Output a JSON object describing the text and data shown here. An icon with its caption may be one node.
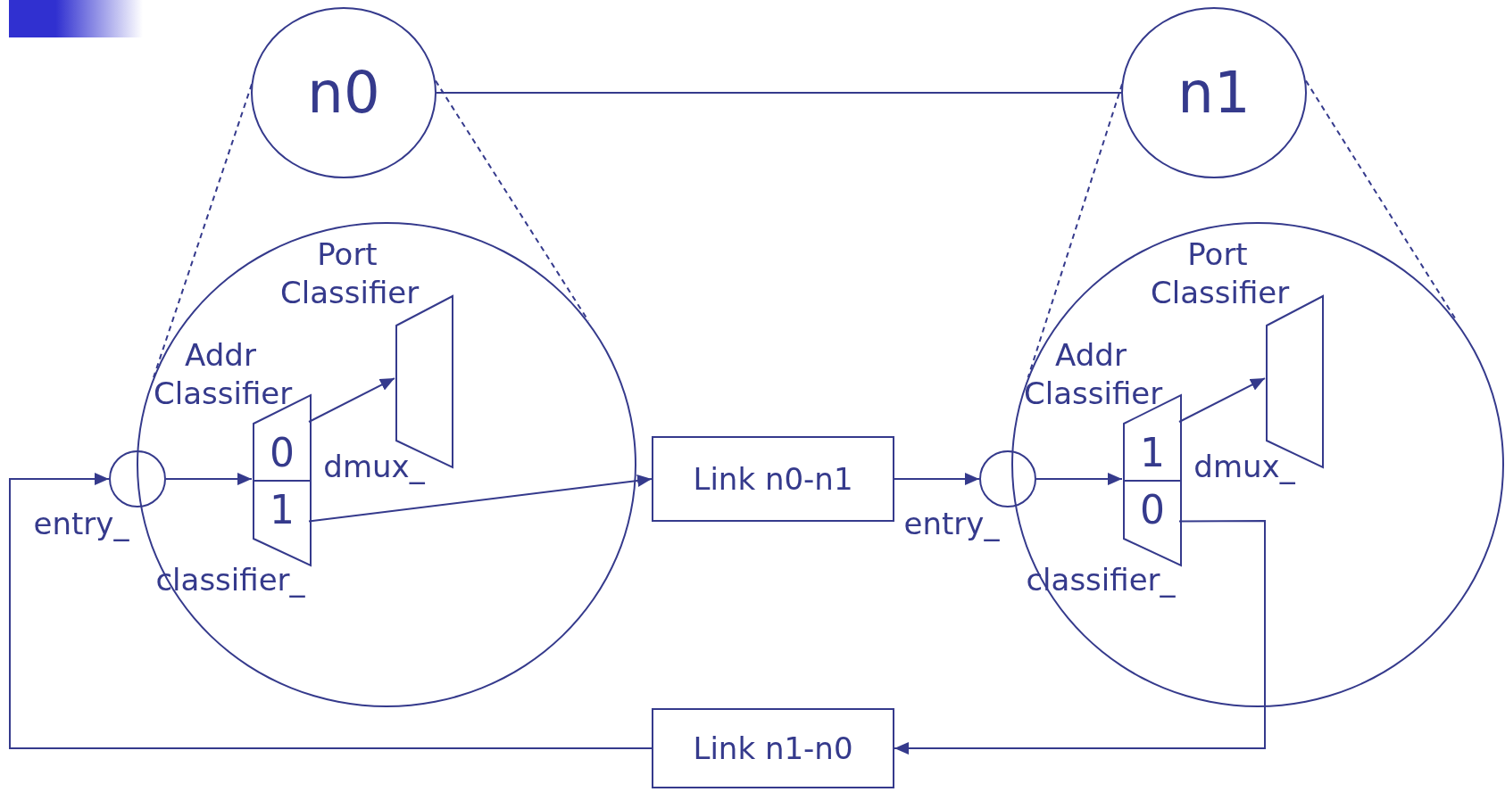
{
  "diagram": {
    "nodes": [
      {
        "text": [
          "n0"
        ]
      },
      {
        "text": [
          "n1"
        ]
      },
      {
        "text": [],
        "shape": "circle"
      },
      {
        "text": [
          "Port Classifier"
        ],
        "beside": [
          "dmux_"
        ],
        "in": 2
      },
      {
        "text": [
          "Addr Classifier"
        ],
        "beside": [
          "classifier_"
        ],
        "in": 2
      },
      {
        "text": [
          "0"
        ],
        "in": 4
      },
      {
        "text": [
          "1"
        ],
        "in": 4
      },
      {
        "text": [],
        "shape": "circle",
        "beside": [
          "entry_"
        ]
      },
      {
        "text": [
          "Link n0-n1"
        ]
      },
      {
        "text": [],
        "shape": "circle"
      },
      {
        "text": [
          "Port Classifier"
        ],
        "beside": [
          "dmux_"
        ],
        "in": 9
      },
      {
        "text": [
          "Addr Classifier"
        ],
        "beside": [
          "classifier_"
        ],
        "in": 9
      },
      {
        "text": [
          "1"
        ],
        "in": 11
      },
      {
        "text": [
          "0"
        ],
        "in": 11
      },
      {
        "text": [],
        "shape": "circle",
        "beside": [
          "entry_"
        ]
      },
      {
        "text": [
          "Link n1-n0"
        ]
      }
    ],
    "edges": [
      {
        "from": 0,
        "to": 1,
        "arrow": "none"
      },
      {
        "from": 0,
        "to": 2,
        "arrow": "none",
        "style": "dashed"
      },
      {
        "from": 0,
        "to": 2,
        "arrow": "none",
        "style": "dashed"
      },
      {
        "from": 1,
        "to": 9,
        "arrow": "none",
        "style": "dashed"
      },
      {
        "from": 1,
        "to": 9,
        "arrow": "none",
        "style": "dashed"
      },
      {
        "from": 7,
        "to": 4,
        "arrow": "to"
      },
      {
        "from": 5,
        "to": 3,
        "arrow": "to"
      },
      {
        "from": 6,
        "to": 8,
        "arrow": "to"
      },
      {
        "from": 8,
        "to": 14,
        "arrow": "to"
      },
      {
        "from": 14,
        "to": 11,
        "arrow": "to"
      },
      {
        "from": 12,
        "to": 10,
        "arrow": "to"
      },
      {
        "from": 13,
        "to": 15,
        "arrow": "to"
      },
      {
        "from": 15,
        "to": 7,
        "arrow": "to"
      }
    ]
  }
}
